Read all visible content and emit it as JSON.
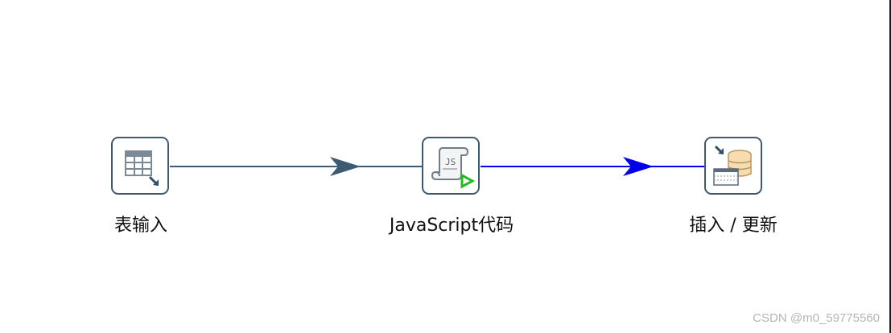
{
  "steps": {
    "table_input": {
      "label": "表输入",
      "icon": "table-input-icon"
    },
    "javascript": {
      "label": "JavaScript代码",
      "icon": "javascript-scroll-icon"
    },
    "insert_update": {
      "label": "插入 / 更新",
      "icon": "database-insert-update-icon"
    }
  },
  "hops": [
    {
      "from": "表输入",
      "to": "JavaScript代码",
      "color": "#3d5a73"
    },
    {
      "from": "JavaScript代码",
      "to": "插入 / 更新",
      "color": "#0000ee"
    }
  ],
  "watermark": "CSDN @m0_59775560"
}
